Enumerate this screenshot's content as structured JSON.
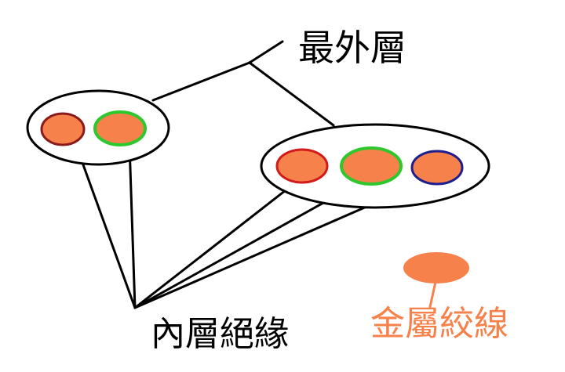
{
  "labels": {
    "outer_layer": "最外層",
    "inner_insulation": "內層絕緣",
    "metal_strand": "金屬絞線"
  },
  "colors": {
    "conductor_fill": "#f7814a",
    "metal_label": "#f7814a",
    "insulation_red": "#d11a1a",
    "insulation_green": "#2ec82e",
    "insulation_blue": "#1e1e8c",
    "insulation_darkred": "#8b1a1a",
    "outline": "#000000"
  }
}
